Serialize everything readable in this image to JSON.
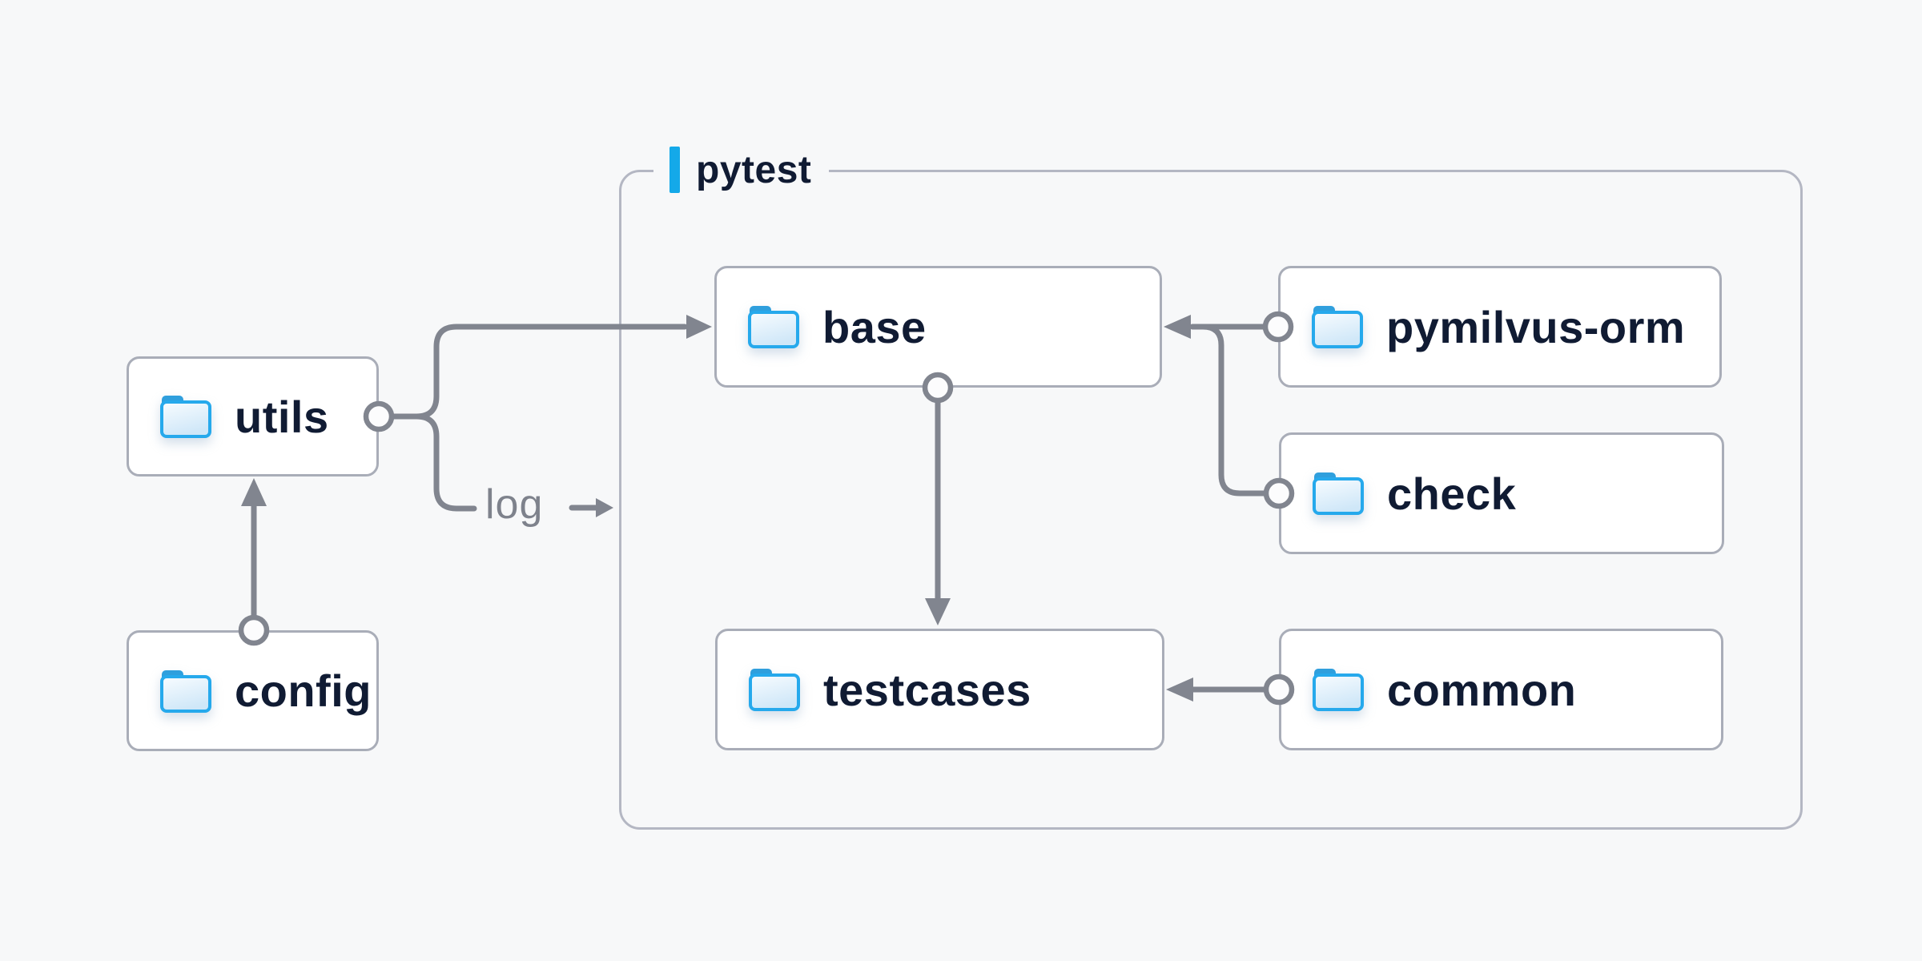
{
  "container": {
    "label": "pytest"
  },
  "annotations": {
    "log": "log"
  },
  "nodes": [
    {
      "id": "utils",
      "label": "utils"
    },
    {
      "id": "config",
      "label": "config"
    },
    {
      "id": "base",
      "label": "base"
    },
    {
      "id": "testcases",
      "label": "testcases"
    },
    {
      "id": "pymilvus-orm",
      "label": "pymilvus-orm"
    },
    {
      "id": "check",
      "label": "check"
    },
    {
      "id": "common",
      "label": "common"
    }
  ],
  "edges": [
    {
      "from": "config",
      "to": "utils",
      "label": ""
    },
    {
      "from": "utils",
      "to": "base",
      "label": ""
    },
    {
      "from": "utils",
      "to": "pytest-container",
      "label": "log"
    },
    {
      "from": "base",
      "to": "testcases",
      "label": ""
    },
    {
      "from": "pymilvus-orm",
      "to": "base",
      "label": ""
    },
    {
      "from": "check",
      "to": "base",
      "label": ""
    },
    {
      "from": "common",
      "to": "testcases",
      "label": ""
    }
  ],
  "colors": {
    "background": "#f7f8f9",
    "node_background": "#ffffff",
    "node_border": "#a9adb8",
    "group_border": "#b4b7c3",
    "connector": "#81858f",
    "text": "#101b33",
    "muted_text": "#7e828c",
    "accent_blue": "#14a9e9",
    "folder_stroke": "#26a9ec",
    "folder_tab": "#2f9fdd",
    "folder_fill_top": "#f6fbff",
    "folder_fill_bottom": "#cfe7f8"
  }
}
